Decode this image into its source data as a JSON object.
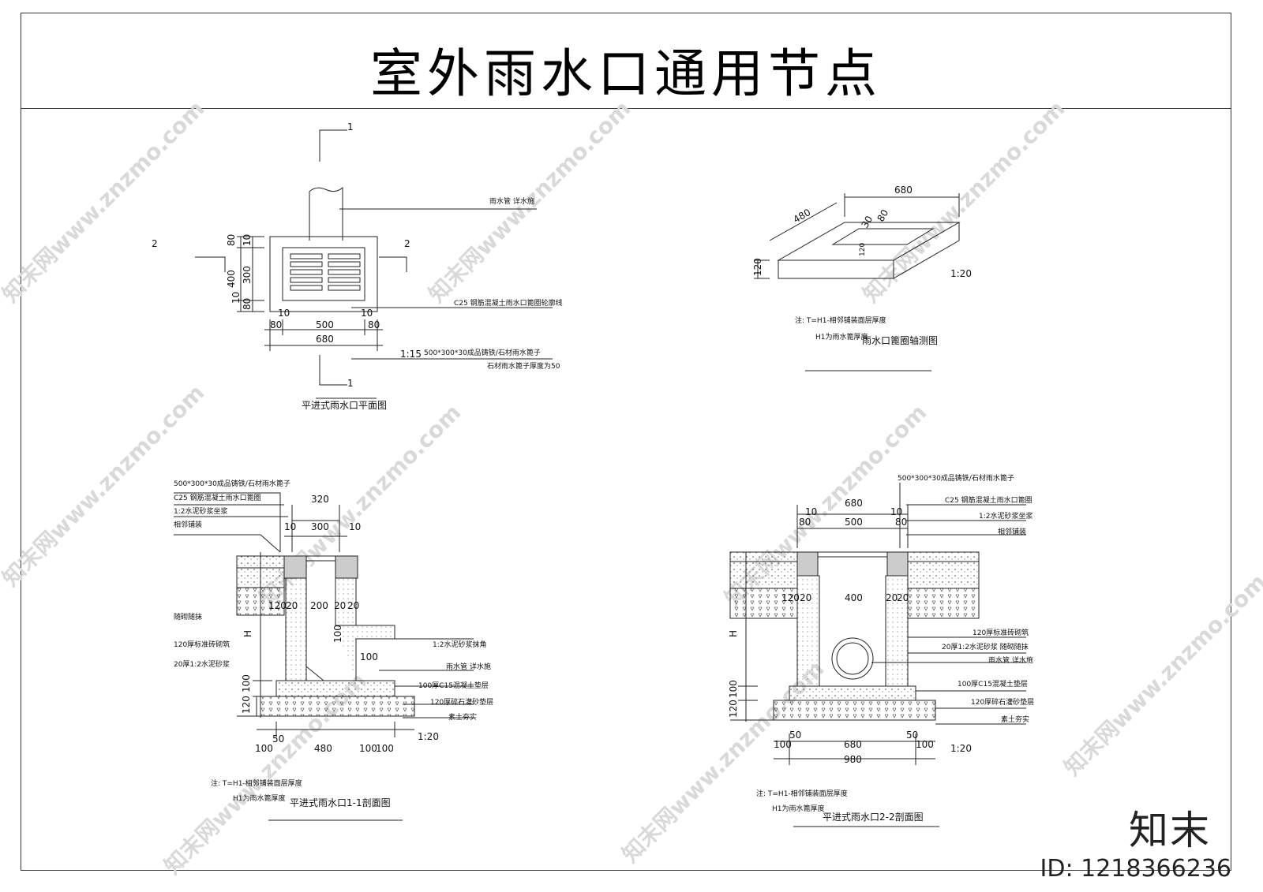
{
  "title": "室外雨水口通用节点",
  "plan": {
    "caption": "平进式雨水口平面图",
    "section_marks": {
      "top": "1",
      "bottom": "1",
      "left": "2",
      "right": "2"
    },
    "labels": {
      "pipe": "雨水管  详水施",
      "ring": "C25 钢筋混凝土雨水口篦圈轮廓线",
      "grate": "500*300*30成品铸铁/石材雨水篦子",
      "grate_note": "石材雨水篦子厚度为50",
      "scale": "1:15"
    },
    "dims": {
      "d80a": "80",
      "d10a": "10",
      "d300": "300",
      "d400": "400",
      "d10b": "10",
      "d80b": "80",
      "w10a": "10",
      "w80a": "80",
      "w500": "500",
      "w10b": "10",
      "w80b": "80",
      "w680": "680"
    }
  },
  "axo": {
    "caption": "雨水口篦圈轴测图",
    "scale": "1:20",
    "dims": {
      "d680": "680",
      "d480": "480",
      "d30": "30",
      "d80": "80",
      "d120": "120",
      "d120b": "120"
    },
    "notes": {
      "n1": "注: T=H1-相邻铺装面层厚度",
      "n2": "H1为雨水篦厚度"
    }
  },
  "s11": {
    "caption": "平进式雨水口1-1剖面图",
    "scale": "1:20",
    "labels": {
      "l1": "500*300*30成品铸铁/石材雨水篦子",
      "l2": "C25 钢筋混凝土雨水口篦圈",
      "l3": "1:2水泥砂浆坐浆",
      "l4": "相邻铺装",
      "l5": "随砌随抹",
      "l6": "120厚标准砖砌筑",
      "l7": "20厚1:2水泥砂浆",
      "r1": "1:2水泥砂浆抹角",
      "r2": "雨水管  详水施",
      "r3": "100厚C15混凝土垫层",
      "r4": "120厚碎石灌砂垫层",
      "r5": "素土夯实"
    },
    "dims": {
      "t320": "320",
      "t10a": "10",
      "t300": "300",
      "t10b": "10",
      "m120": "120",
      "m20a": "20",
      "m200": "200",
      "m20b": "20",
      "m20c": "20",
      "v100": "100",
      "v100b": "100",
      "h100": "100",
      "h120": "120",
      "h": "H",
      "b50": "50",
      "b100a": "100",
      "b480": "480",
      "b100b": "100",
      "b100c": "100"
    },
    "notes": {
      "n1": "注: T=H1-相邻铺装面层厚度",
      "n2": "H1为雨水篦厚度"
    }
  },
  "s22": {
    "caption": "平进式雨水口2-2剖面图",
    "scale": "1:20",
    "labels": {
      "l1": "500*300*30成品铸铁/石材雨水篦子",
      "l2": "C25 钢筋混凝土雨水口篦圈",
      "l3": "1:2水泥砂浆坐浆",
      "l4": "相邻铺装",
      "r1": "120厚标准砖砌筑",
      "r2": "20厚1:2水泥砂浆  随砌随抹",
      "r3": "雨水管  详水施",
      "r4": "100厚C15混凝土垫层",
      "r5": "120厚碎石灌砂垫层",
      "r6": "素土夯实"
    },
    "dims": {
      "t680": "680",
      "t10": "10",
      "t80a": "80",
      "t500": "500",
      "t10b": "10",
      "t80b": "80",
      "m120": "120",
      "m20a": "20",
      "m400": "400",
      "m20b": "20",
      "m20c": "20",
      "h100": "100",
      "h120": "120",
      "h": "H",
      "b50a": "50",
      "b100a": "100",
      "b680": "680",
      "b50b": "50",
      "b100b": "100",
      "b980": "980"
    },
    "notes": {
      "n1": "注: T=H1-相邻铺装面层厚度",
      "n2": "H1为雨水篦厚度"
    }
  },
  "watermark": {
    "text": "知末网www.znzmo.com"
  },
  "brand": "知末",
  "id_text": "ID: 1218366236"
}
